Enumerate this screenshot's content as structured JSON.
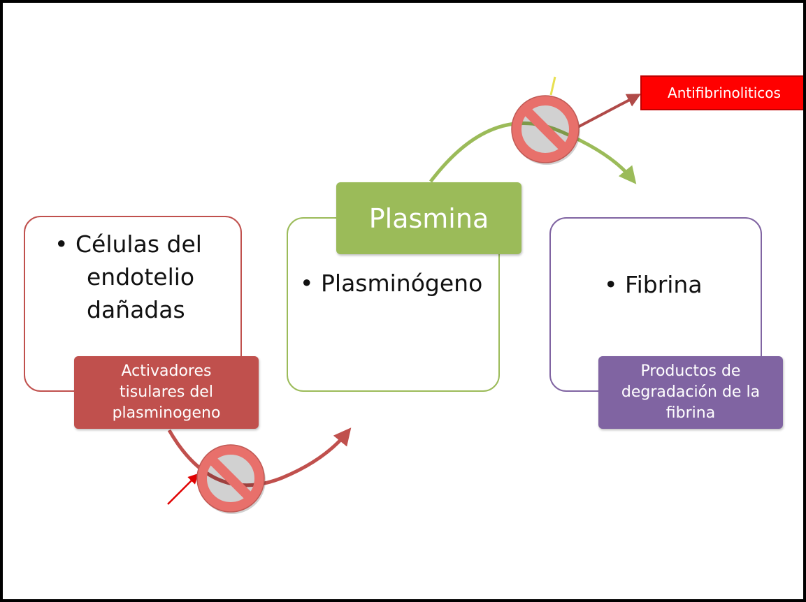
{
  "diagram": {
    "red_box": {
      "bullet": "•",
      "lines": [
        "Células del",
        "endotelio",
        "dañadas"
      ],
      "label_lines": [
        "Activadores",
        "tisulares del",
        "plasminogeno"
      ]
    },
    "green_box": {
      "bullet": "•",
      "text": "Plasminógeno",
      "label": "Plasmina"
    },
    "purple_box": {
      "bullet": "•",
      "text": "Fibrina",
      "label_lines": [
        "Productos de",
        "degradación de la",
        "fibrina"
      ]
    },
    "inhibitor_label": "Antifibrinoliticos",
    "colors": {
      "red": "#c0504d",
      "green": "#9bbb59",
      "purple": "#8064a2",
      "inhibitor": "#ff0000",
      "no_symbol": "#e8706b"
    },
    "icons": [
      "no-symbol-icon",
      "no-symbol-icon"
    ]
  }
}
